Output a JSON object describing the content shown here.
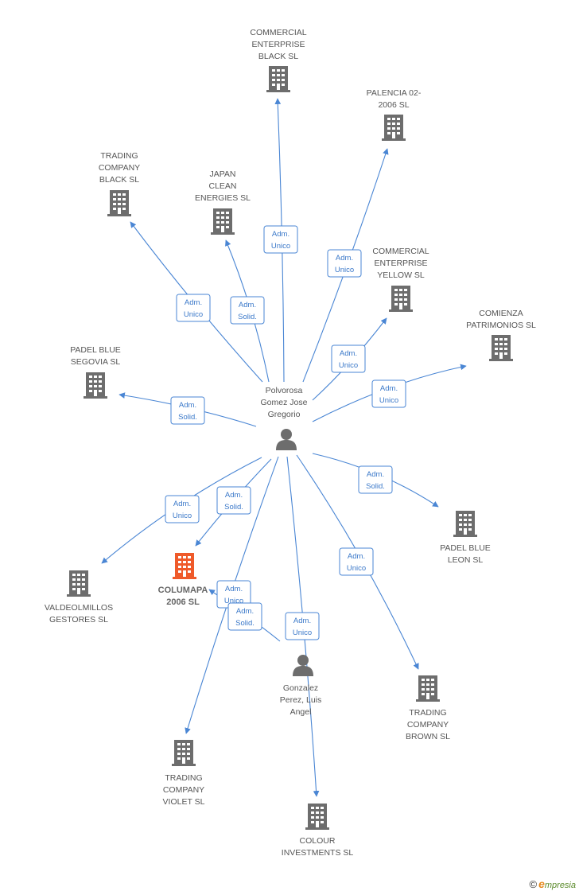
{
  "colors": {
    "edge": "#4a86d4",
    "icon": "#6d6d6d",
    "focus_icon": "#ef5a2a",
    "label": "#555555"
  },
  "center": {
    "name_lines": [
      "Polvorosa",
      "Gomez Jose",
      "Gregorio"
    ],
    "icon": "person-icon"
  },
  "second_person": {
    "name_lines": [
      "Gonzalez",
      "Perez,  Luis",
      "Angel"
    ],
    "icon": "person-icon"
  },
  "companies": [
    {
      "id": "commercial-enterprise-black",
      "lines": [
        "COMMERCIAL",
        "ENTERPRISE",
        "BLACK SL"
      ],
      "icon": "building-icon"
    },
    {
      "id": "palencia-02-2006",
      "lines": [
        "PALENCIA 02-",
        "2006 SL"
      ],
      "icon": "building-icon"
    },
    {
      "id": "trading-company-black",
      "lines": [
        "TRADING",
        "COMPANY",
        "BLACK SL"
      ],
      "icon": "building-icon"
    },
    {
      "id": "japan-clean-energies",
      "lines": [
        "JAPAN",
        "CLEAN",
        "ENERGIES  SL"
      ],
      "icon": "building-icon"
    },
    {
      "id": "commercial-enterprise-yellow",
      "lines": [
        "COMMERCIAL",
        "ENTERPRISE",
        "YELLOW  SL"
      ],
      "icon": "building-icon"
    },
    {
      "id": "comienza-patrimonios",
      "lines": [
        "COMIENZA",
        "PATRIMONIOS SL"
      ],
      "icon": "building-icon"
    },
    {
      "id": "padel-blue-segovia",
      "lines": [
        "PADEL BLUE",
        "SEGOVIA SL"
      ],
      "icon": "building-icon"
    },
    {
      "id": "padel-blue-leon",
      "lines": [
        "PADEL BLUE",
        "LEON SL"
      ],
      "icon": "building-icon"
    },
    {
      "id": "valdeolmillos-gestores",
      "lines": [
        "VALDEOLMILLOS",
        "GESTORES SL"
      ],
      "icon": "building-icon"
    },
    {
      "id": "columapa-2006",
      "lines": [
        "COLUMAPA",
        "2006 SL"
      ],
      "icon": "building-icon",
      "focus": true
    },
    {
      "id": "trading-company-brown",
      "lines": [
        "TRADING",
        "COMPANY",
        "BROWN  SL"
      ],
      "icon": "building-icon"
    },
    {
      "id": "trading-company-violet",
      "lines": [
        "TRADING",
        "COMPANY",
        "VIOLET  SL"
      ],
      "icon": "building-icon"
    },
    {
      "id": "colour-investments",
      "lines": [
        "COLOUR",
        "INVESTMENTS SL"
      ],
      "icon": "building-icon"
    }
  ],
  "edges": [
    {
      "to": "commercial-enterprise-black",
      "label": [
        "Adm.",
        "Unico"
      ]
    },
    {
      "to": "palencia-02-2006",
      "label": [
        "Adm.",
        "Unico"
      ]
    },
    {
      "to": "trading-company-black",
      "label": [
        "Adm.",
        "Unico"
      ]
    },
    {
      "to": "japan-clean-energies",
      "label": [
        "Adm.",
        "Solid."
      ]
    },
    {
      "to": "commercial-enterprise-yellow",
      "label": [
        "Adm.",
        "Unico"
      ]
    },
    {
      "to": "comienza-patrimonios",
      "label": [
        "Adm.",
        "Unico"
      ]
    },
    {
      "to": "padel-blue-segovia",
      "label": [
        "Adm.",
        "Solid."
      ]
    },
    {
      "to": "padel-blue-leon",
      "label": [
        "Adm.",
        "Solid."
      ]
    },
    {
      "to": "valdeolmillos-gestores",
      "label": [
        "Adm.",
        "Unico"
      ]
    },
    {
      "to": "columapa-2006",
      "label": [
        "Adm.",
        "Solid."
      ]
    },
    {
      "to": "trading-company-brown",
      "label": [
        "Adm.",
        "Unico"
      ]
    },
    {
      "to": "trading-company-violet",
      "label": [
        "Adm.",
        "Unico"
      ]
    },
    {
      "to": "colour-investments",
      "label": [
        "Adm.",
        "Unico"
      ]
    },
    {
      "from": "second",
      "to": "columapa-2006",
      "label": [
        "Adm.",
        "Solid."
      ]
    }
  ],
  "footer": {
    "copyright": "©",
    "brand_initial": "e",
    "brand_rest": "mpresia"
  }
}
